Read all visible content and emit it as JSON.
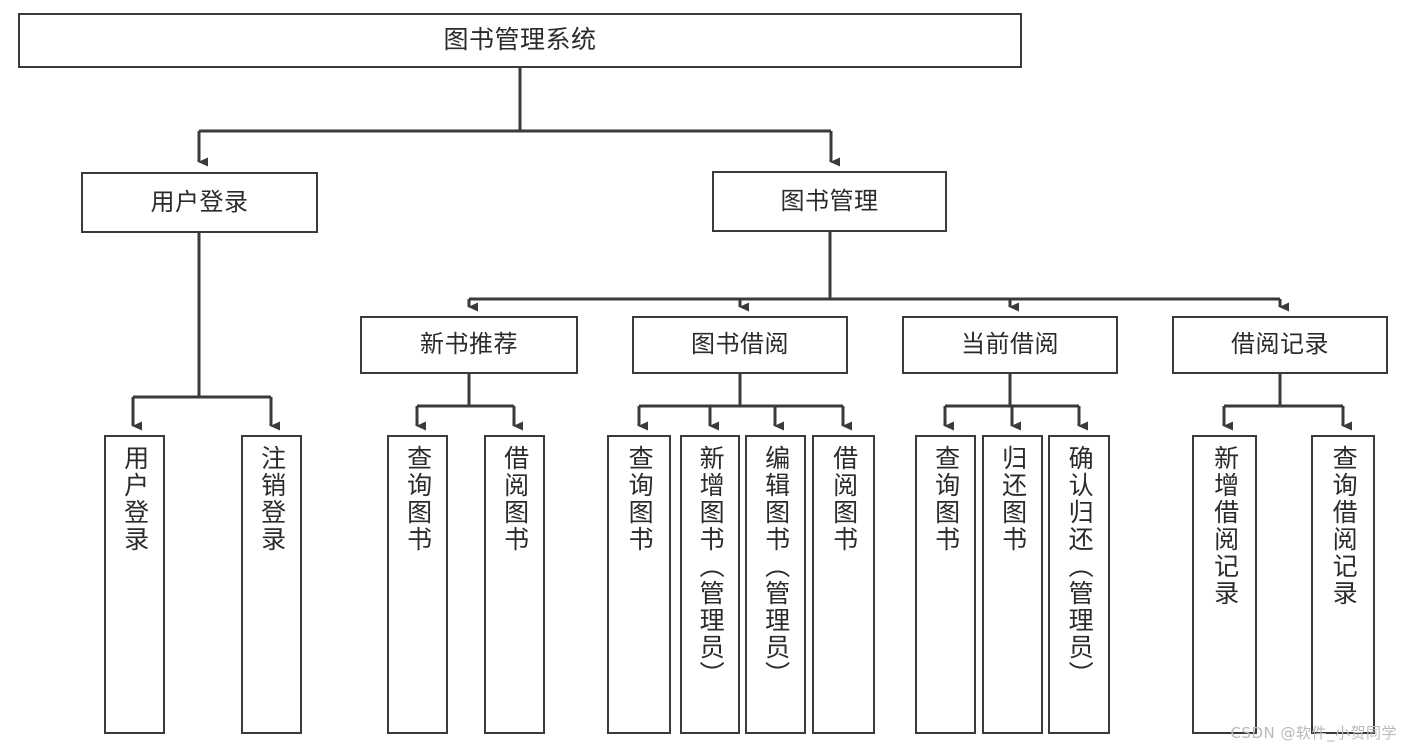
{
  "diagram": {
    "title": "图书管理系统",
    "type": "hierarchy-tree",
    "levels": 4,
    "colors": {
      "background": "#ffffff",
      "node_border": "#3a3a3a",
      "node_fill": "#ffffff",
      "text": "#2b2b2b",
      "edge": "#3a3a3a",
      "watermark": "#b9b9b9"
    },
    "root": {
      "label": "图书管理系统"
    },
    "level2": [
      {
        "label": "用户登录"
      },
      {
        "label": "图书管理"
      }
    ],
    "level3": [
      {
        "label": "新书推荐"
      },
      {
        "label": "图书借阅"
      },
      {
        "label": "当前借阅"
      },
      {
        "label": "借阅记录"
      }
    ],
    "leaves": {
      "user_login": [
        {
          "label": "用户登录"
        },
        {
          "label": "注销登录"
        }
      ],
      "new_book_recommend": [
        {
          "label": "查询图书"
        },
        {
          "label": "借阅图书"
        }
      ],
      "book_borrow": [
        {
          "label": "查询图书"
        },
        {
          "label": "新增图书（管理员）"
        },
        {
          "label": "编辑图书（管理员）"
        },
        {
          "label": "借阅图书"
        }
      ],
      "current_borrow": [
        {
          "label": "查询图书"
        },
        {
          "label": "归还图书"
        },
        {
          "label": "确认归还（管理员）"
        }
      ],
      "borrow_record": [
        {
          "label": "新增借阅记录"
        },
        {
          "label": "查询借阅记录"
        }
      ]
    }
  },
  "watermark": {
    "text": "CSDN @软件_小贺同学"
  }
}
